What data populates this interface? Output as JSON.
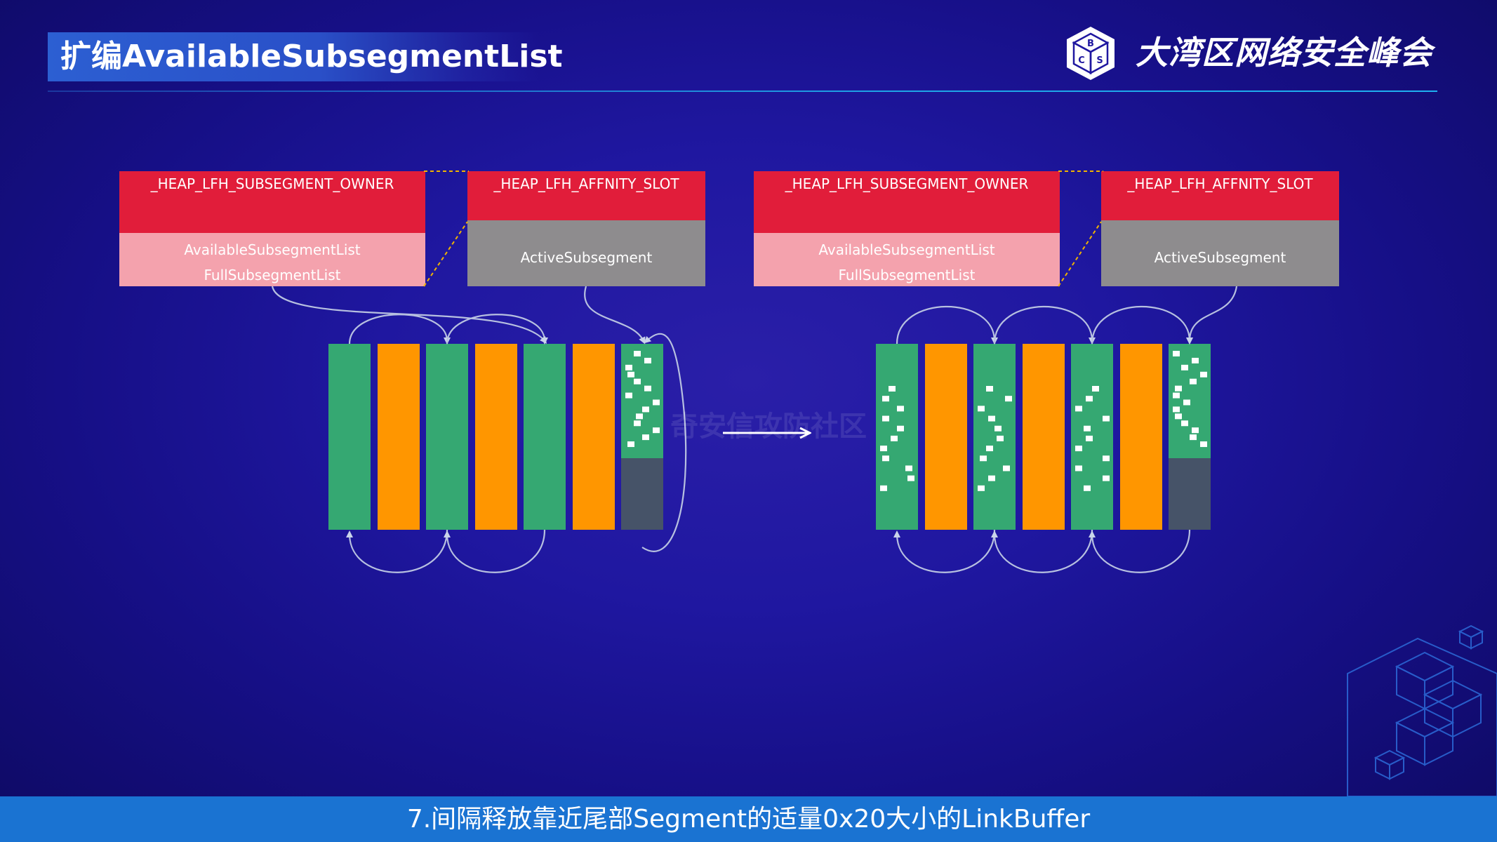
{
  "header": {
    "title": "扩编AvailableSubsegmentList",
    "brand": "大湾区网络安全峰会",
    "logo_letters": [
      "B",
      "C",
      "S"
    ],
    "logo_icon": "cube-logo-icon"
  },
  "diagrams": [
    {
      "owner_box": {
        "title": "_HEAP_LFH_SUBSEGMENT_OWNER",
        "fields": [
          "AvailableSubsegmentList",
          "FullSubsegmentList"
        ]
      },
      "slot_box": {
        "title": "_HEAP_LFH_AFFNITY_SLOT",
        "field": "ActiveSubsegment"
      }
    },
    {
      "owner_box": {
        "title": "_HEAP_LFH_SUBSEGMENT_OWNER",
        "fields": [
          "AvailableSubsegmentList",
          "FullSubsegmentList"
        ]
      },
      "slot_box": {
        "title": "_HEAP_LFH_AFFNITY_SLOT",
        "field": "ActiveSubsegment"
      }
    }
  ],
  "watermark": "奇安信攻防社区",
  "footer": {
    "caption": "7.间隔释放靠近尾部Segment的适量0x20大小的LinkBuffer"
  },
  "colors": {
    "segment_free": "#35a872",
    "segment_used": "#ff9600",
    "segment_empty": "#465368",
    "owner_red": "#e11d3a",
    "owner_pink": "#f4a2ad",
    "slot_gray": "#8e8c8e",
    "footer_bar": "#1a73d2"
  }
}
